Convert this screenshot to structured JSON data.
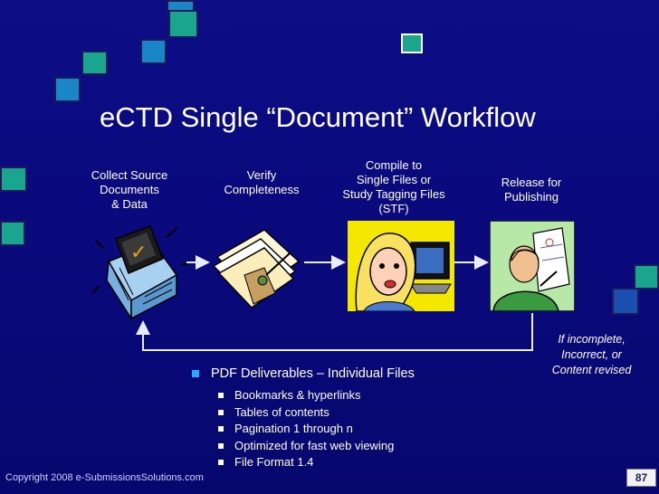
{
  "title": "eCTD Single “Document” Workflow",
  "steps": [
    {
      "label": "Collect Source\nDocuments\n& Data"
    },
    {
      "label": "Verify\nCompleteness"
    },
    {
      "label": "Compile to\nSingle Files or\nStudy Tagging Files\n(STF)"
    },
    {
      "label": "Release for\nPublishing"
    }
  ],
  "note": "If incomplete,\nIncorrect, or\nContent revised",
  "bullets": {
    "main": "PDF Deliverables – Individual Files",
    "items": [
      "Bookmarks & hyperlinks",
      "Tables of contents",
      "Pagination 1 through n",
      "Optimized for fast web viewing",
      "File Format 1.4"
    ]
  },
  "footer": {
    "copyright": "Copyright 2008 e-SubmissionsSolutions.com",
    "page_number": "87"
  },
  "colors": {
    "background": "#0b0b7a",
    "square_teal": "#1aa58f",
    "square_cyan": "#1a86c8",
    "square_blue": "#1a4fb0",
    "bullet_blue": "#24a7ff"
  },
  "icons": [
    "building-with-books-icon",
    "folders-checkmark-icon",
    "woman-at-computer-icon",
    "man-with-chart-icon"
  ]
}
